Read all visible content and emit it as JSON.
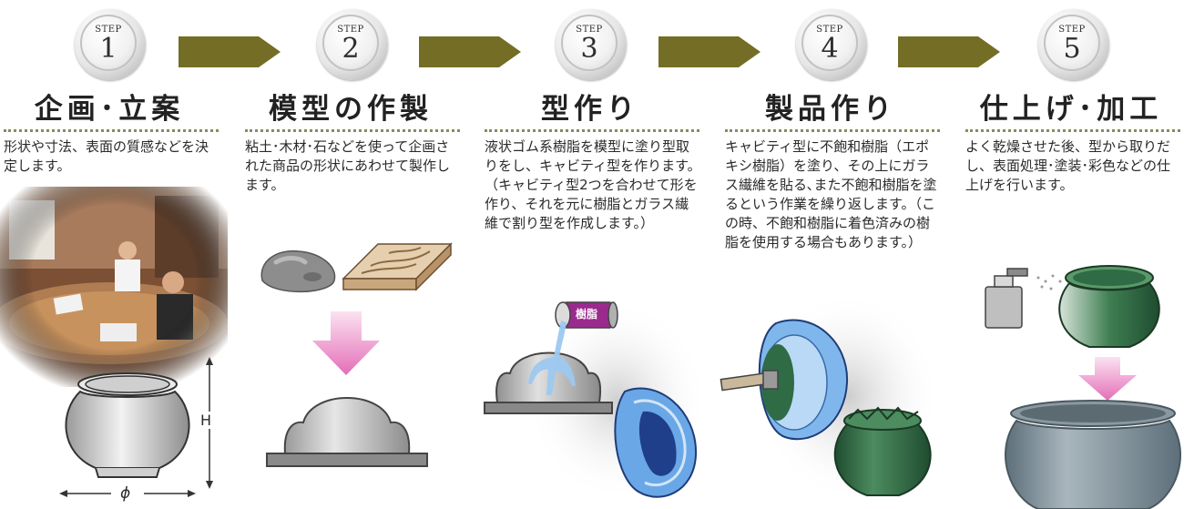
{
  "steps": [
    {
      "label": "STEP",
      "num": "1",
      "title": "企画･立案",
      "desc": "形状や寸法、表面の質感などを決定します。"
    },
    {
      "label": "STEP",
      "num": "2",
      "title": "模型の作製",
      "desc": "粘土･木材･石などを使って企画された商品の形状にあわせて製作します。"
    },
    {
      "label": "STEP",
      "num": "3",
      "title": "型作り",
      "desc": "液状ゴム系樹脂を模型に塗り型取りをし、キャビティ型を作ります。（キャビティ型2つを合わせて形を作り、それを元に樹脂とガラス繊維で割り型を作成します。）"
    },
    {
      "label": "STEP",
      "num": "4",
      "title": "製品作り",
      "desc": "キャビティ型に不飽和樹脂（エポキシ樹脂）を塗り、その上にガラス繊維を貼る､また不飽和樹脂を塗るという作業を繰り返します。（この時、不飽和樹脂に着色済みの樹脂を使用する場合もあります。）"
    },
    {
      "label": "STEP",
      "num": "5",
      "title": "仕上げ･加工",
      "desc": "よく乾燥させた後、型から取りだし、表面処理･塗装･彩色などの仕上げを行います。"
    }
  ],
  "dimensions": {
    "height": "H",
    "diameter": "ϕ"
  },
  "resin_can": {
    "label": "樹脂"
  },
  "colors": {
    "arrow": "#736d26",
    "dots": "#8c8a5a",
    "pink": "#e98bc8",
    "green": "#2f6b45",
    "blue": "#6aa7e6"
  }
}
